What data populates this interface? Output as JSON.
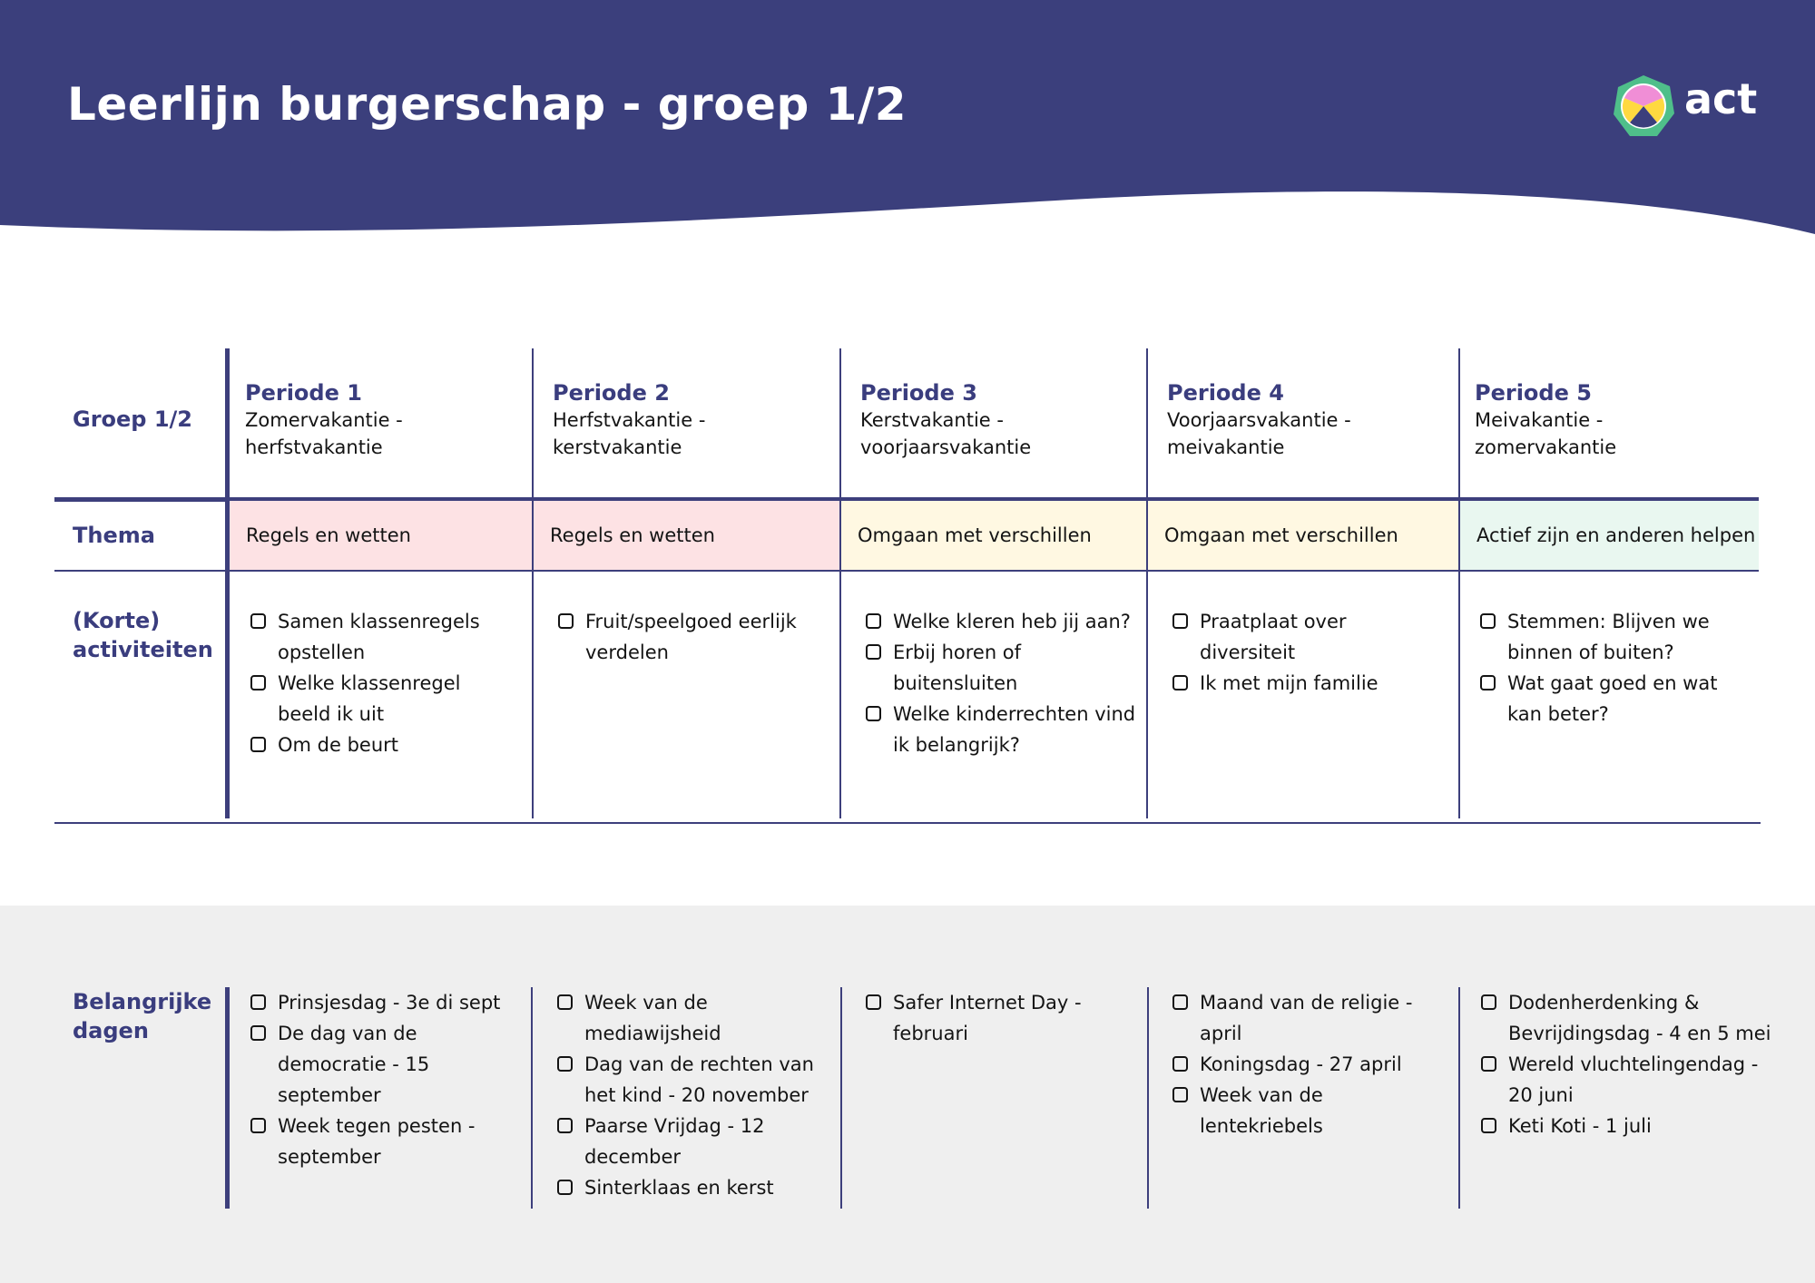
{
  "header": {
    "title": "Leerlijn burgerschap - groep 1/2"
  },
  "logo": {
    "text": "act",
    "icon": "act-flower-logo-icon"
  },
  "colors": {
    "navy": "#3b3f7c",
    "heading": "#3a3d7e",
    "theme_pink": "#fde2e4",
    "theme_yellow": "#fff8e2",
    "theme_green": "#e9f7f0",
    "bottom_bg": "#efefef"
  },
  "table": {
    "corner_label": "Groep 1/2",
    "thema_label": "Thema",
    "activities_label": "(Korte) activiteiten",
    "periods": [
      {
        "name": "Periode 1",
        "range": "Zomervakantie - herfstvakantie",
        "theme": "Regels en wetten",
        "activities": [
          "Samen klassenregels opstellen",
          "Welke klassenregel beeld ik uit",
          "Om de beurt"
        ]
      },
      {
        "name": "Periode 2",
        "range": "Herfstvakantie - kerstvakantie",
        "theme": "Regels en wetten",
        "activities": [
          "Fruit/speelgoed eerlijk verdelen"
        ]
      },
      {
        "name": "Periode 3",
        "range": "Kerstvakantie - voorjaarsvakantie",
        "theme": "Omgaan met verschillen",
        "activities": [
          "Welke kleren heb jij aan?",
          "Erbij horen of buitensluiten",
          "Welke kinderrechten vind ik belangrijk?"
        ]
      },
      {
        "name": "Periode 4",
        "range": "Voorjaarsvakantie - meivakantie",
        "theme": "Omgaan met verschillen",
        "activities": [
          "Praatplaat over diversiteit",
          "Ik met mijn familie"
        ]
      },
      {
        "name": "Periode 5",
        "range": "Meivakantie - zomervakantie",
        "theme": "Actief zijn en anderen helpen",
        "activities": [
          "Stemmen: Blijven we binnen of buiten?",
          "Wat gaat goed en wat kan beter?"
        ]
      }
    ]
  },
  "important_days": {
    "label": "Belangrijke dagen",
    "columns": [
      [
        "Prinsjesdag - 3e di sept",
        "De dag van de democratie - 15 september",
        "Week tegen pesten - september"
      ],
      [
        "Week van de mediawijsheid",
        "Dag van de rechten van het kind - 20 november",
        "Paarse Vrijdag - 12 december",
        "Sinterklaas en kerst"
      ],
      [
        "Safer Internet Day - februari"
      ],
      [
        "Maand van de religie - april",
        "Koningsdag - 27 april",
        "Week van de lentekriebels"
      ],
      [
        "Dodenherdenking & Bevrijdingsdag - 4 en 5 mei",
        "Wereld vluchtelingendag - 20 juni",
        "Keti Koti - 1 juli"
      ]
    ]
  }
}
